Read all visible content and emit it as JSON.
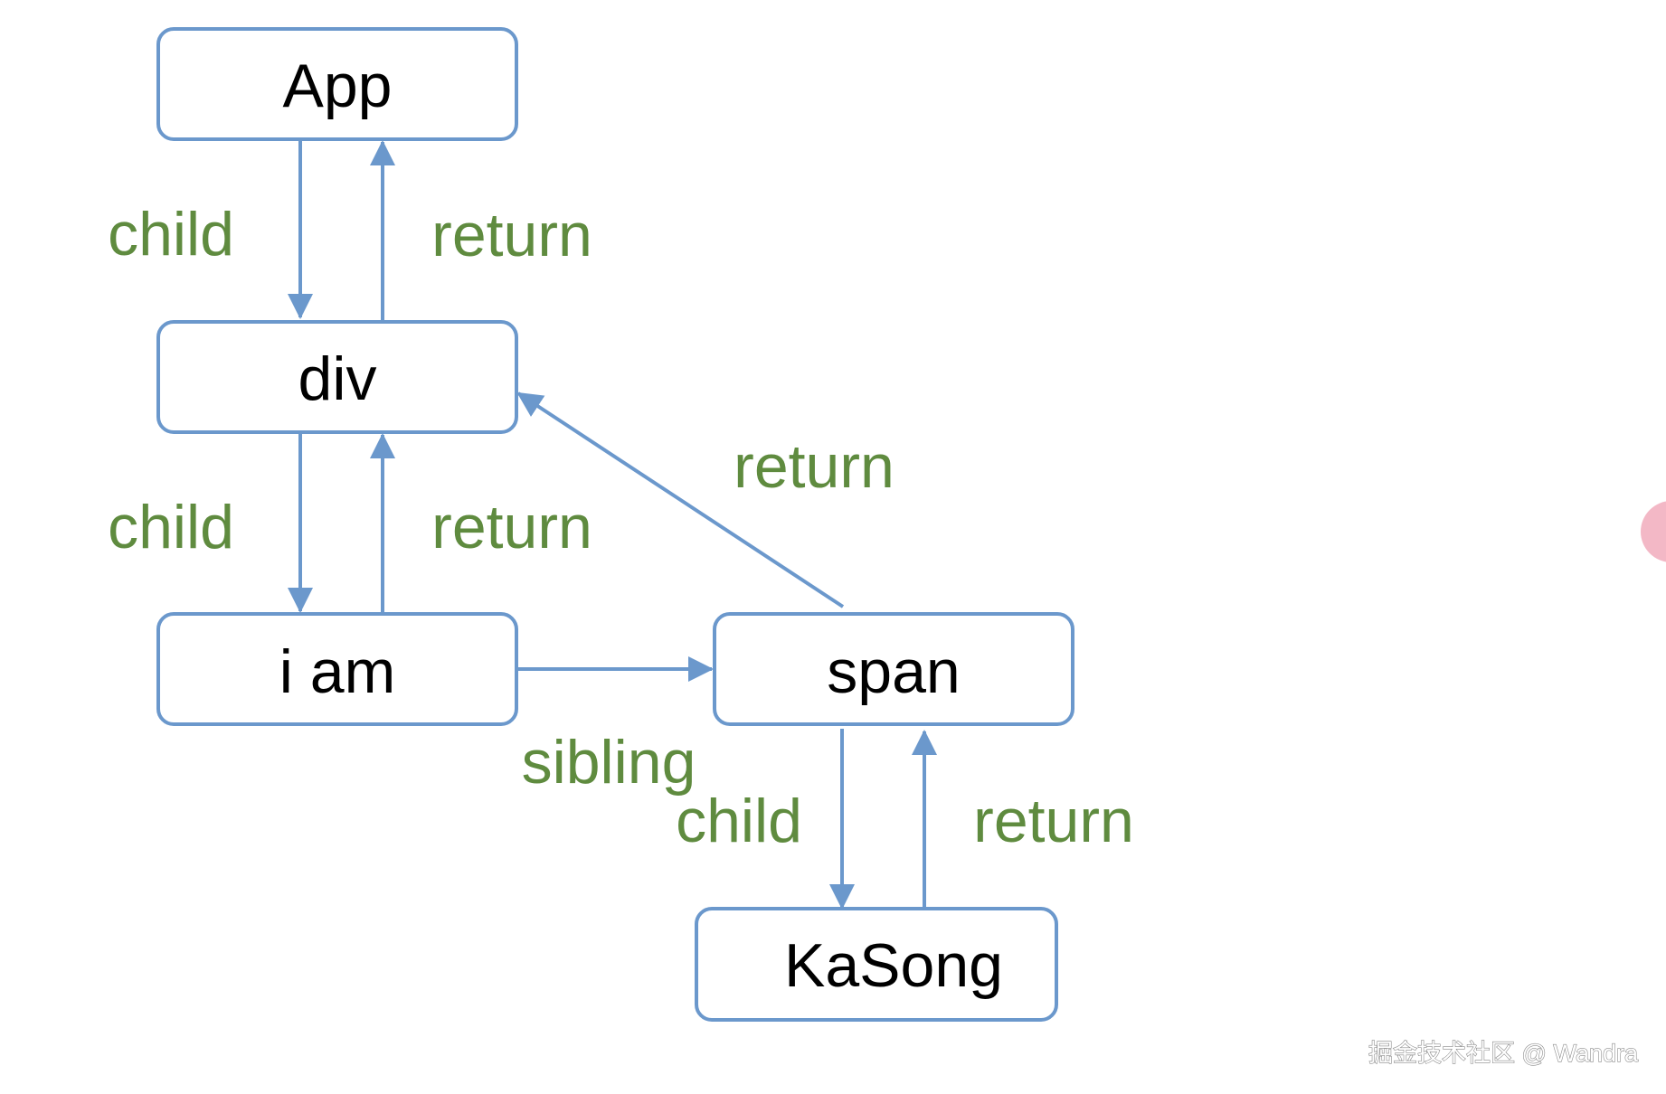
{
  "nodes": {
    "app": "App",
    "div": "div",
    "iam": "i am",
    "span": "span",
    "kasong": "KaSong"
  },
  "edges": {
    "app_child": "child",
    "app_return": "return",
    "div_child": "child",
    "div_return": "return",
    "span_return_div": "return",
    "sibling": "sibling",
    "span_child": "child",
    "span_return": "return"
  },
  "watermark": "掘金技术社区 @ Wandra",
  "colors": {
    "node_border": "#6b98cc",
    "edge_line": "#6b98cc",
    "edge_label": "#5f8b3f",
    "node_text": "#000000",
    "edge_circle": "#f3b8c6"
  }
}
